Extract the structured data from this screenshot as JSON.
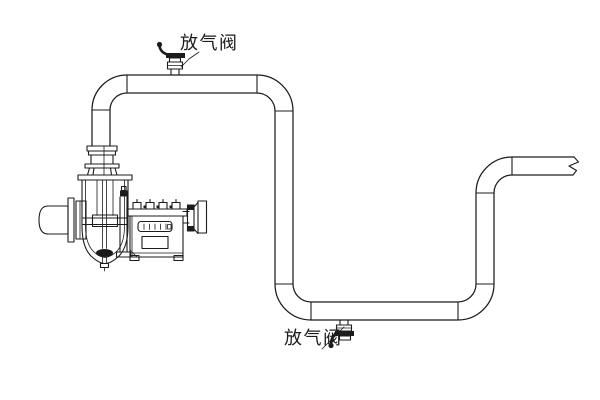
{
  "diagram": {
    "type": "piping-schematic",
    "background": "#ffffff",
    "line_color": "#1c1c1c",
    "labels": {
      "top_valve": "放气阀",
      "bottom_valve": "放气阀"
    },
    "components": [
      "suction-pipe",
      "pump-casing",
      "discharge-stack",
      "bearing-pedestal",
      "motor",
      "pipe-run",
      "pipe-break",
      "top-air-release-valve",
      "bottom-air-release-valve"
    ]
  }
}
